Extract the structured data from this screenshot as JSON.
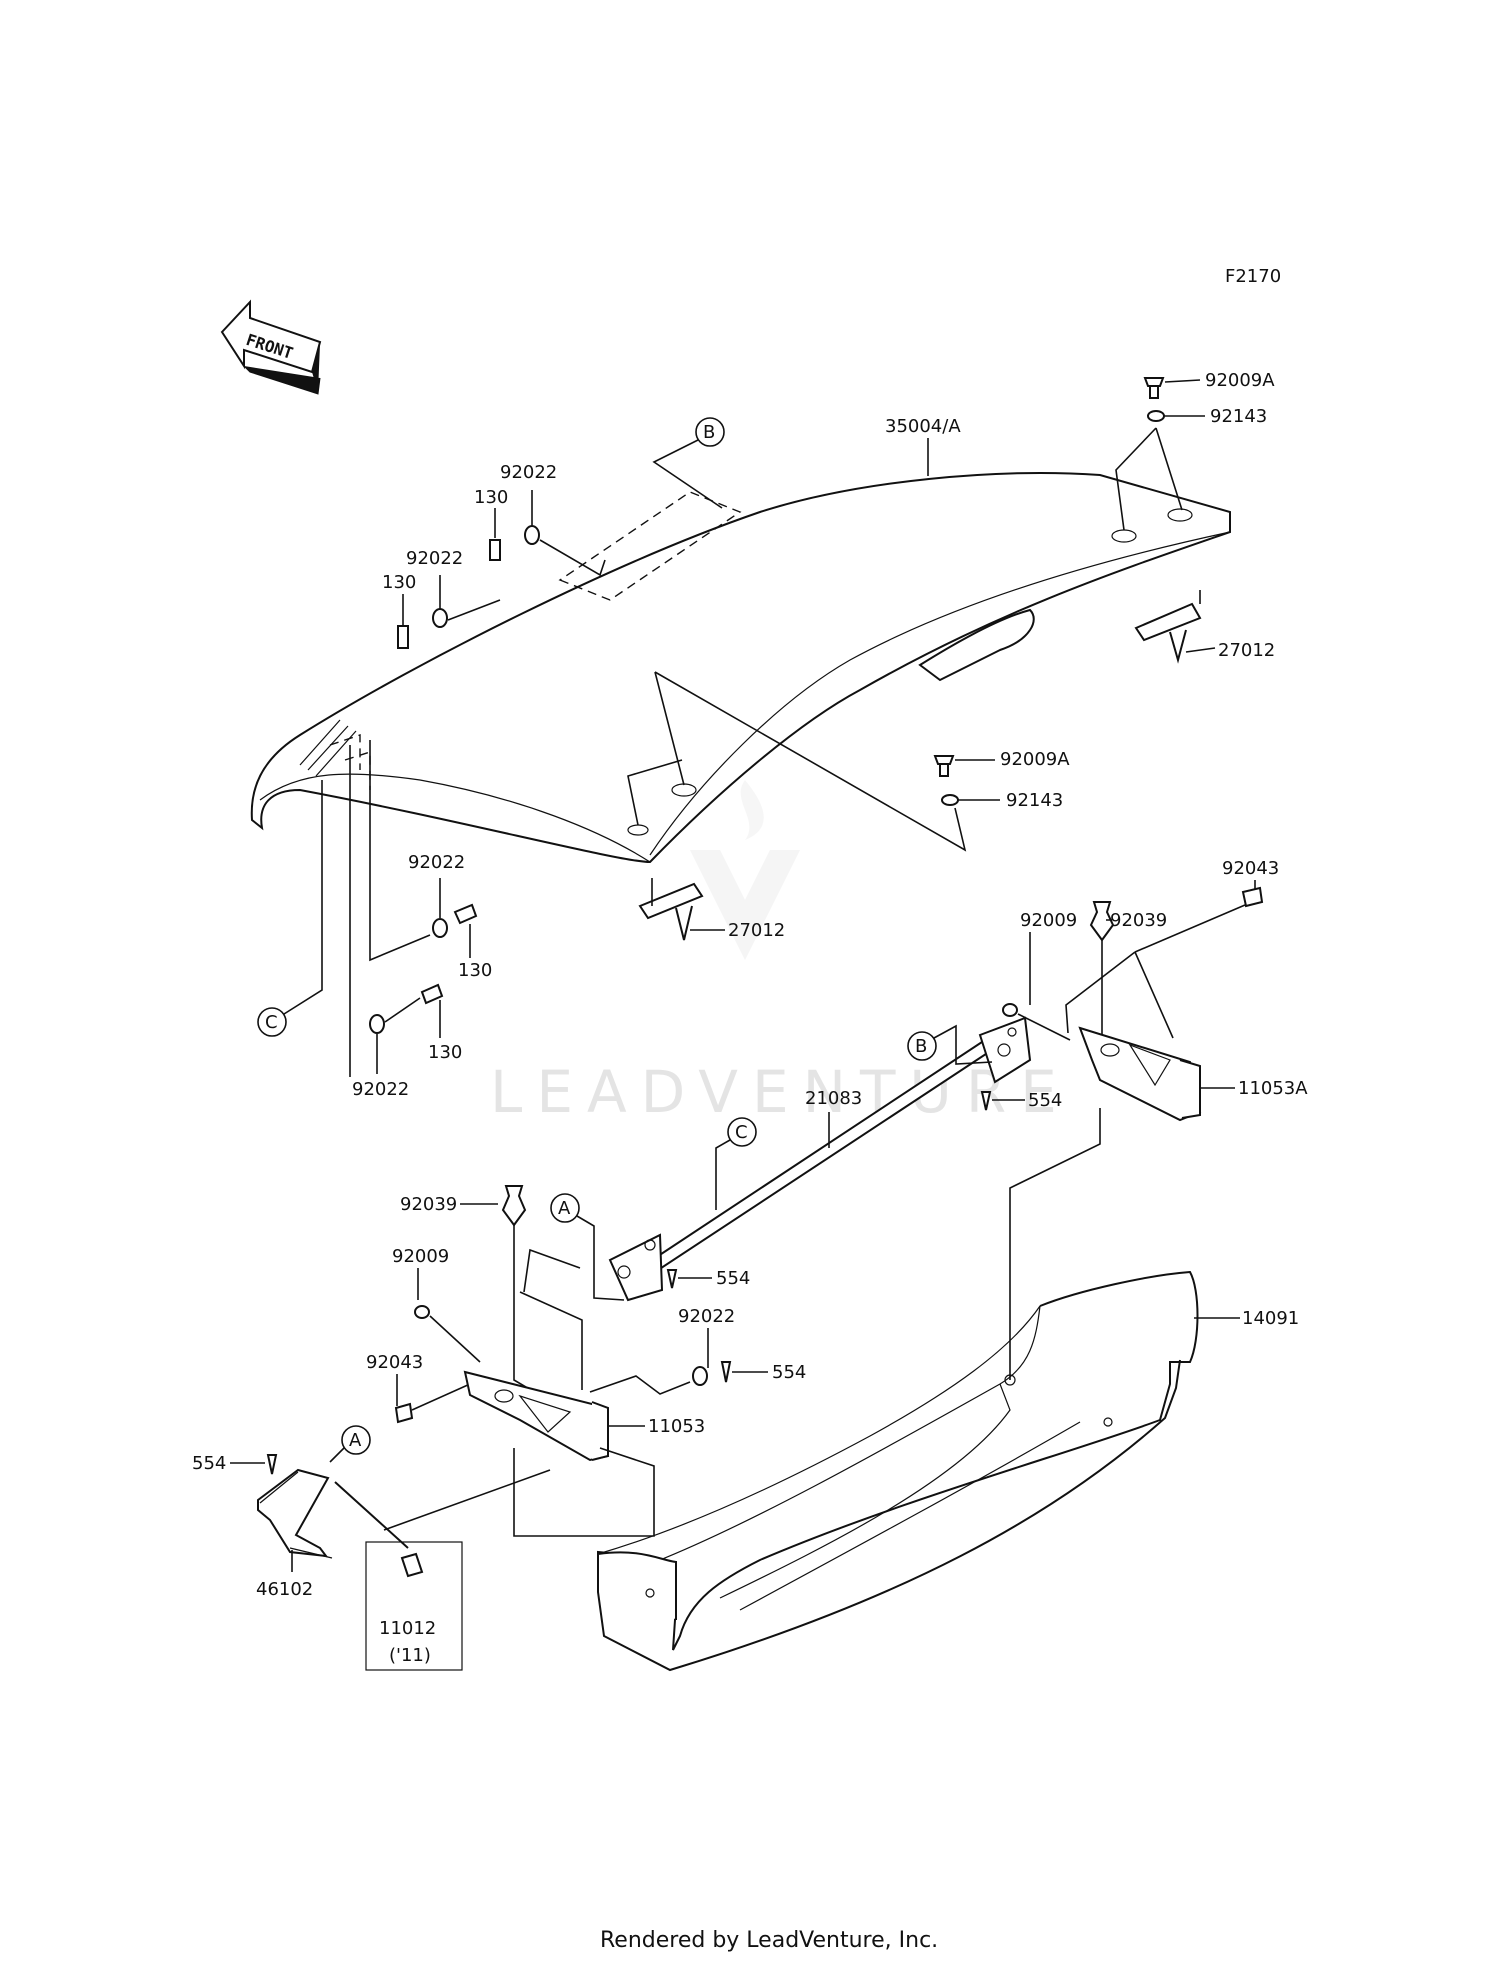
{
  "diagram_code": "F2170",
  "front_label": "FRONT",
  "watermark": "LEADVENTURE",
  "footer": "Rendered by LeadVenture, Inc.",
  "callouts": {
    "A": "A",
    "B": "B",
    "C": "C"
  },
  "parts": {
    "p35004": "35004/A",
    "p92009A": "92009A",
    "p92143": "92143",
    "p27012": "27012",
    "p92022": "92022",
    "p130": "130",
    "p92043": "92043",
    "p92009": "92009",
    "p92039": "92039",
    "p11053A": "11053A",
    "p554": "554",
    "p21083": "21083",
    "p14091": "14091",
    "p11053": "11053",
    "p46102": "46102",
    "p11012": "11012",
    "p11012_note": "('11)"
  }
}
